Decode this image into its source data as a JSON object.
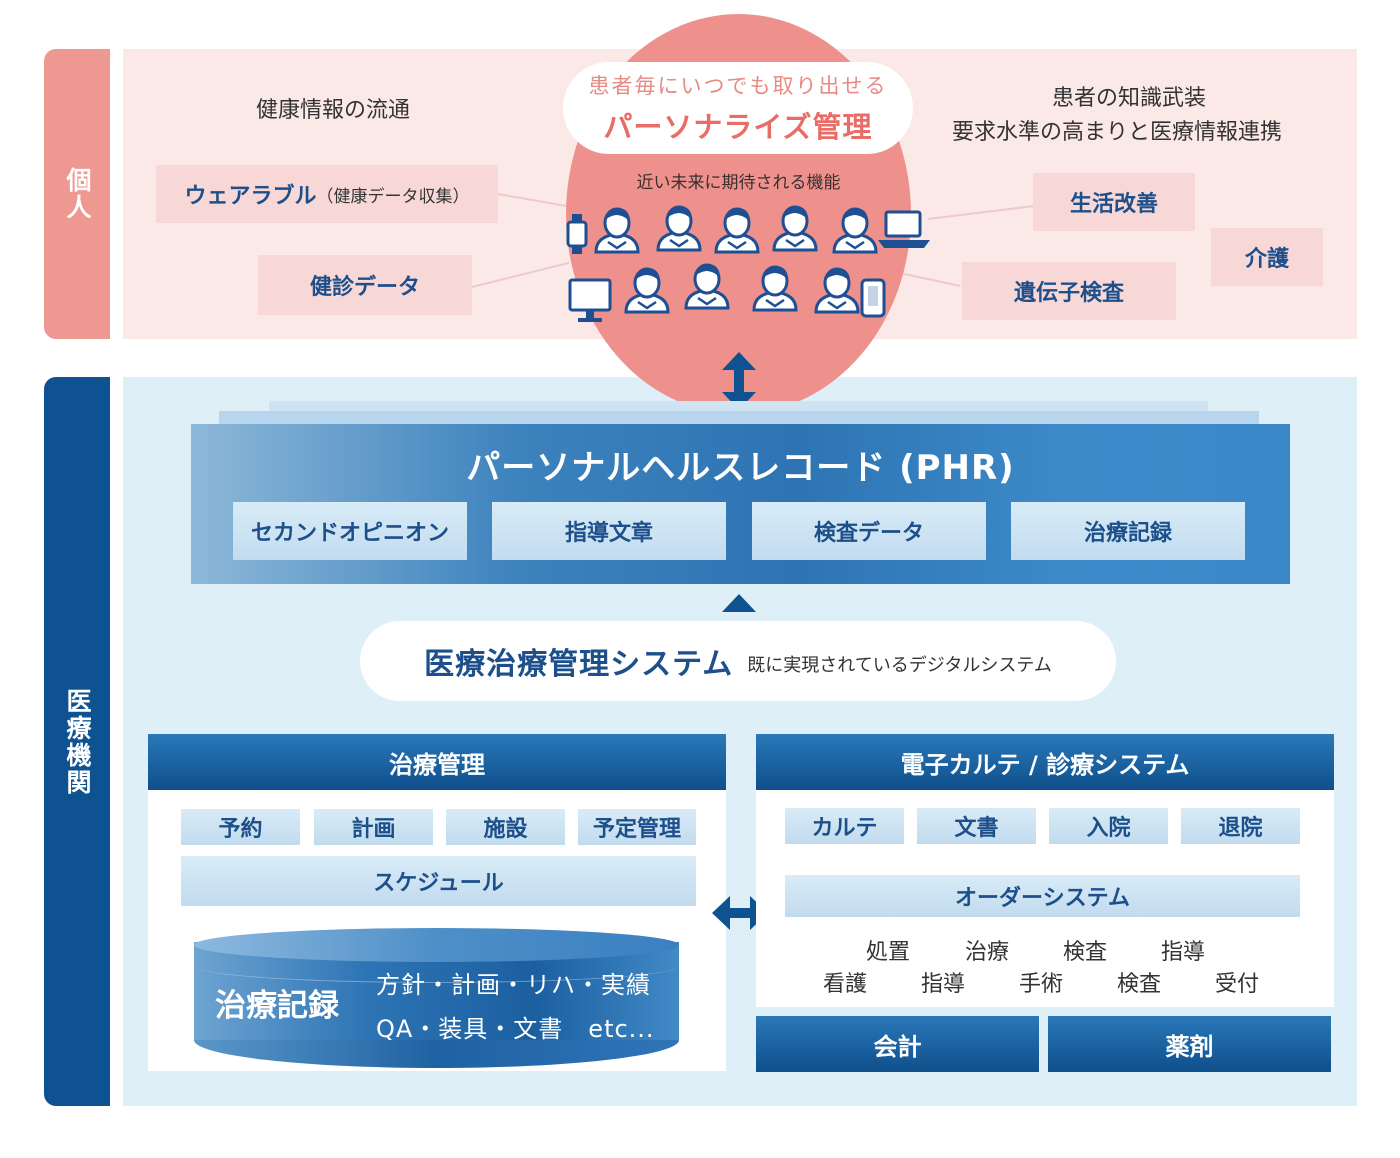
{
  "sections": {
    "personal": "個人",
    "medical": "医療機関"
  },
  "personal": {
    "left_heading": "健康情報の流通",
    "right_heading_line1": "患者の知識武装",
    "right_heading_line2": "要求水準の高まりと医療情報連携",
    "bubble_sub": "患者毎にいつでも取り出せる",
    "bubble_title": "パーソナライズ管理",
    "circle_caption": "近い未来に期待される機能",
    "wearable": "ウェアラブル",
    "wearable_note": "（健康データ収集）",
    "checkup": "健診データ",
    "lifestyle": "生活改善",
    "care": "介護",
    "genetic": "遺伝子検査"
  },
  "phr": {
    "title": "パーソナルヘルスレコード (PHR)",
    "items": [
      "セカンドオピニオン",
      "指導文章",
      "検査データ",
      "治療記録"
    ]
  },
  "system": {
    "title": "医療治療管理システム",
    "subtitle": "既に実現されているデジタルシステム"
  },
  "treatment": {
    "header": "治療管理",
    "chips": [
      "予約",
      "計画",
      "施設",
      "予定管理"
    ],
    "schedule": "スケジュール",
    "db_title": "治療記録",
    "db_line1": "方針・計画・リハ・実績",
    "db_line2": "QA・装具・文書　etc..."
  },
  "karte": {
    "header": "電子カルテ / 診療システム",
    "chips": [
      "カルテ",
      "文書",
      "入院",
      "退院"
    ],
    "order_system": "オーダーシステム",
    "order_row1": [
      "処置",
      "治療",
      "検査",
      "指導"
    ],
    "order_row2": [
      "看護",
      "指導",
      "手術",
      "検査",
      "受付"
    ],
    "accounting": "会計",
    "pharmacy": "薬剤"
  },
  "colors": {
    "pink": "#ee9892",
    "pink_bg": "#fbe9e8",
    "navy": "#0e5291",
    "blue_bg": "#dfeff8",
    "text_blue": "#1d4f8a"
  }
}
